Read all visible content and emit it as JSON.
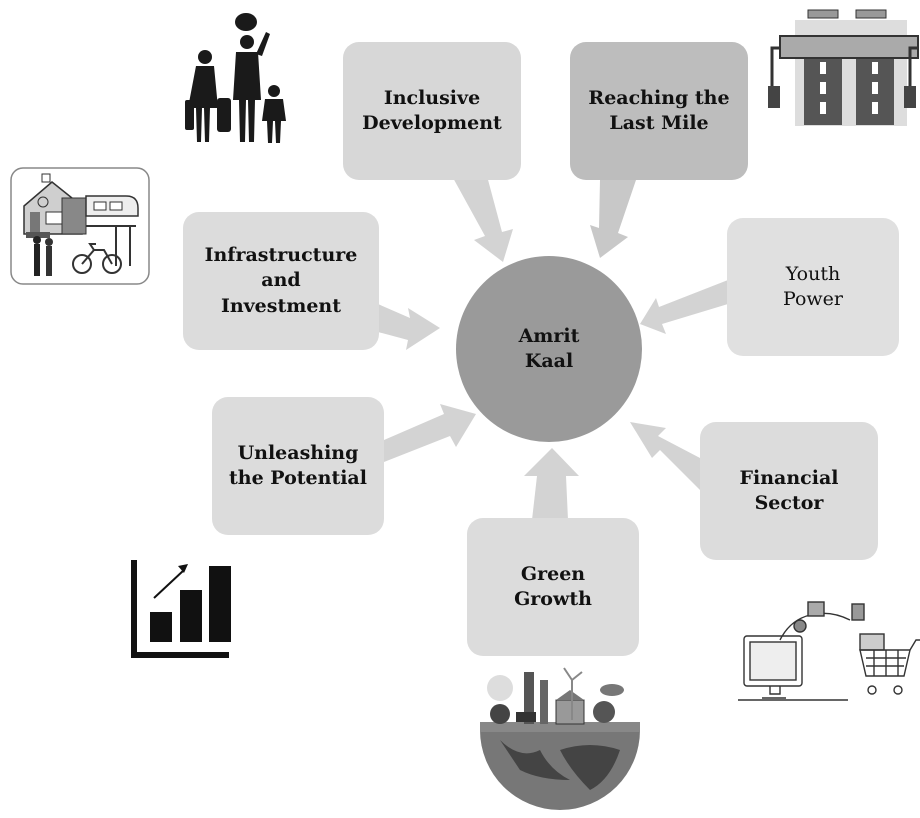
{
  "center": {
    "label": "Amrit\nKaal"
  },
  "nodes": [
    {
      "id": "inclusive",
      "label": "Inclusive\nDevelopment"
    },
    {
      "id": "last-mile",
      "label": "Reaching the\nLast Mile"
    },
    {
      "id": "youth",
      "label": "Youth\nPower"
    },
    {
      "id": "financial",
      "label": "Financial\nSector"
    },
    {
      "id": "green",
      "label": "Green\nGrowth"
    },
    {
      "id": "potential",
      "label": "Unleashing\nthe Potential"
    },
    {
      "id": "infrastructure",
      "label": "Infrastructure\nand\nInvestment"
    }
  ],
  "illustrations": [
    "family-icon",
    "road-icon",
    "house-and-transport-icon",
    "growth-chart-icon",
    "green-earth-icon",
    "online-shopping-icon"
  ]
}
